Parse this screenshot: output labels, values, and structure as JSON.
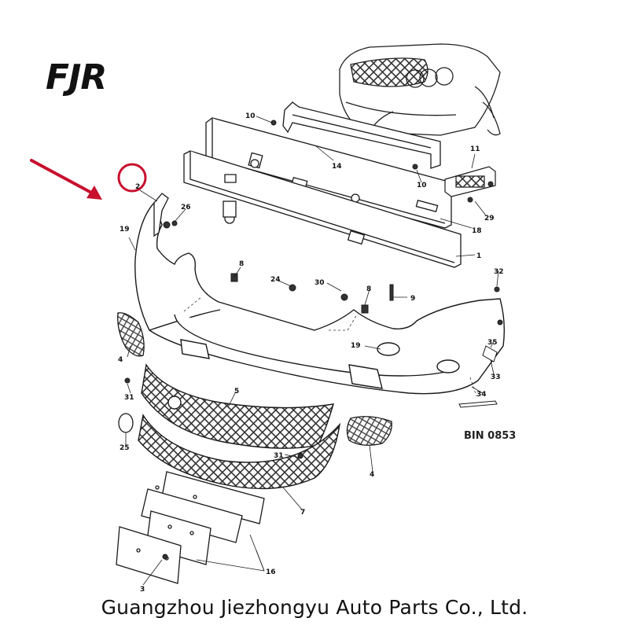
{
  "logo": {
    "text": "FJR"
  },
  "caption": "BIN 0853",
  "footer": "Guangzhou Jiezhongyu Auto Parts Co., Ltd.",
  "highlight": {
    "part": "2",
    "color": "#c8102e"
  },
  "callouts": [
    "1",
    "2",
    "3",
    "4",
    "4",
    "5",
    "7",
    "8",
    "8",
    "9",
    "10",
    "10",
    "11",
    "14",
    "16",
    "18",
    "19",
    "19",
    "24",
    "25",
    "26",
    "29",
    "30",
    "31",
    "31",
    "32",
    "33",
    "34",
    "35"
  ],
  "colors": {
    "line": "#1a1a1a",
    "highlight": "#c8102e"
  }
}
